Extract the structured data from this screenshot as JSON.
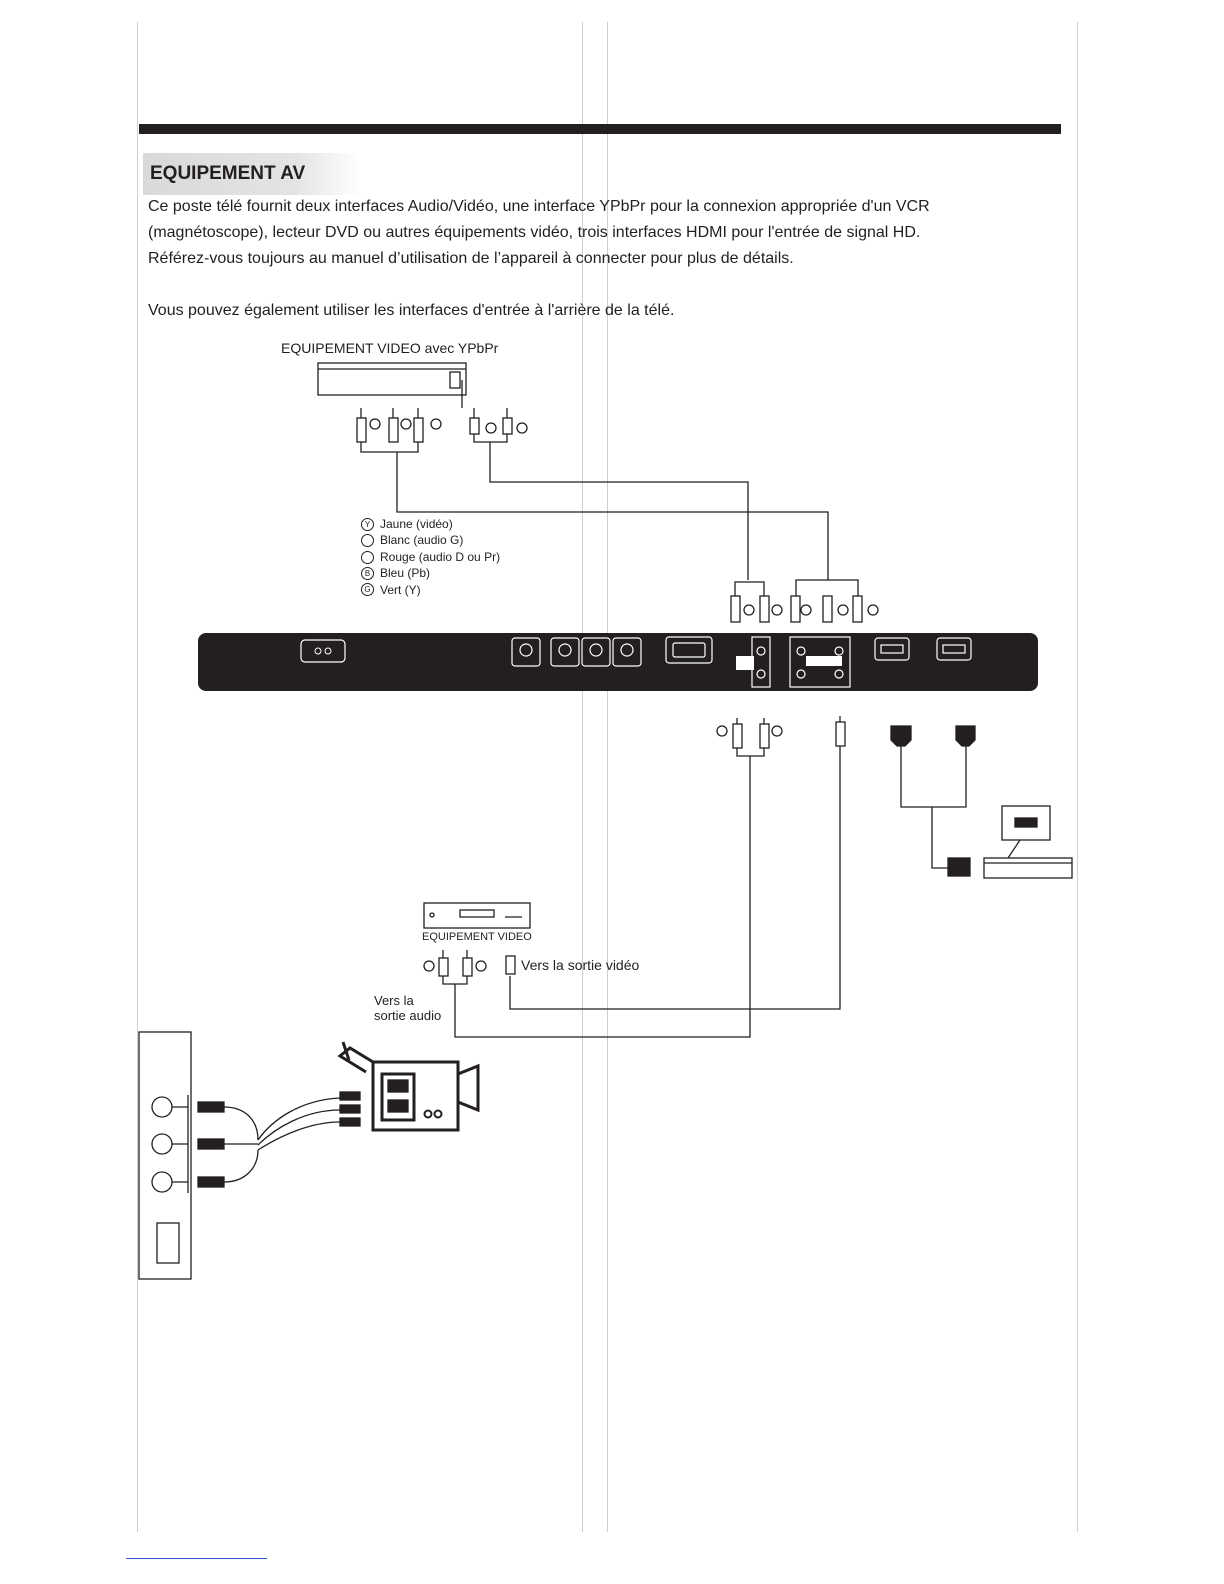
{
  "section": {
    "title": "EQUIPEMENT AV"
  },
  "intro": {
    "line1": "Ce poste télé fournit deux interfaces Audio/Vidéo, une interface YPbPr pour la connexion appropriée d'un VCR",
    "line2": "(magnétoscope), lecteur DVD ou autres équipements vidéo, trois interfaces HDMI pour l'entrée de signal HD.",
    "line3": "Référez-vous toujours au manuel d’utilisation de l’appareil à connecter pour plus de détails.",
    "line4": "Vous pouvez également utiliser les interfaces d'entrée à l'arrière de la télé."
  },
  "diagram": {
    "ypbpr_device_label": "EQUIPEMENT VIDEO avec YPbPr",
    "video_device_label": "EQUIPEMENT VIDEO",
    "to_video_output": "Vers la sortie vidéo",
    "to_audio_output_line1": "Vers la",
    "to_audio_output_line2": "sortie audio",
    "legend": [
      {
        "symbol": "Y",
        "text": "Jaune (vidéo)"
      },
      {
        "symbol": "",
        "text": "Blanc (audio G)"
      },
      {
        "symbol": "",
        "text": "Rouge (audio D ou Pr)"
      },
      {
        "symbol": "B",
        "text": "Bleu (Pb)"
      },
      {
        "symbol": "G",
        "text": "Vert (Y)"
      }
    ]
  },
  "colors": {
    "ink": "#231f20",
    "panel": "#231f20",
    "title_bg": "#d9d9d9",
    "guide": "#cfcfcf"
  }
}
